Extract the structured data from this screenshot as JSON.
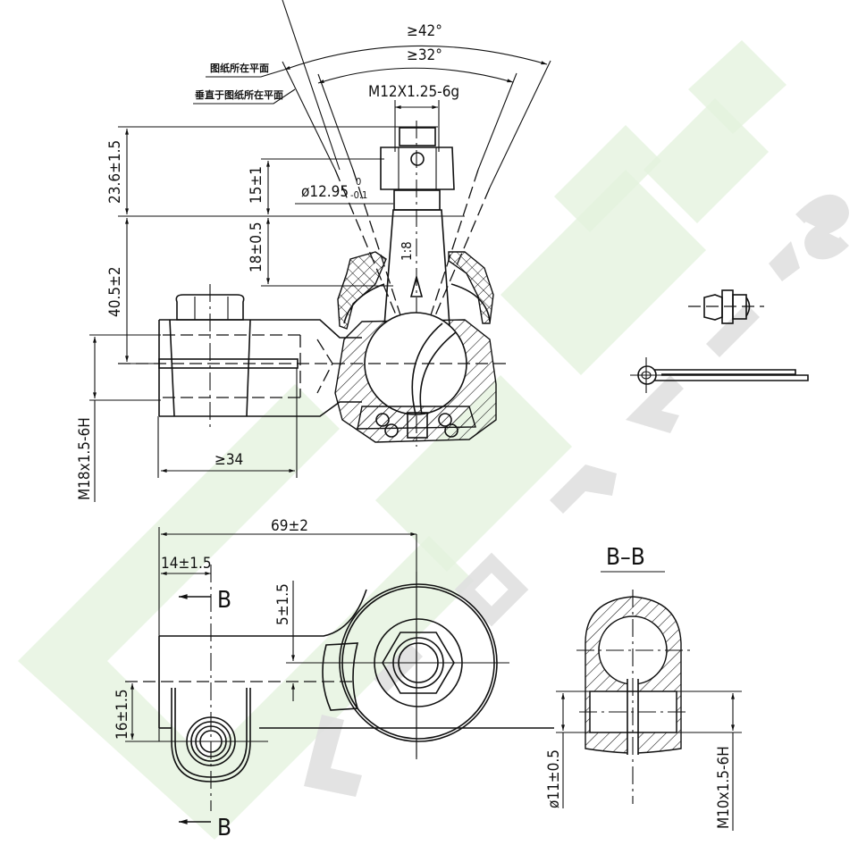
{
  "drawing": {
    "title": "Tie rod end technical drawing",
    "watermark": {
      "brand_colors": {
        "green": "#d9eed0",
        "gray": "#e0e0e0"
      },
      "letters": [
        "A",
        "U",
        "T",
        "O",
        "P",
        "A",
        "R",
        "T",
        "S"
      ]
    },
    "annotations": {
      "plane_label_1": "图纸所在平面",
      "plane_label_2": "垂直于图纸所在平面",
      "angle_outer": "≥42°",
      "angle_inner": "≥32°",
      "stud_thread": "M12X1.25-6g",
      "stud_diameter": "ø12.95",
      "stud_diameter_tol_upper": "0",
      "stud_diameter_tol_lower": "-0.1",
      "taper": "1:8",
      "dim_top": "23.6±1.5",
      "dim_15": "15±1",
      "dim_18": "18±0.5",
      "dim_40": "40.5±2",
      "dim_thread_m18": "M18x1.5-6H",
      "dim_34": "≥34",
      "dim_69": "69±2",
      "dim_14": "14±1.5",
      "dim_5": "5±1.5",
      "dim_16": "16±1.5",
      "section_mark": "B",
      "section_title": "B–B",
      "dim_d11": "ø11±0.5",
      "dim_thread_m10": "M10x1.5-6H"
    },
    "views": {
      "front": "Front section view of ball joint",
      "top": "Top view",
      "section": "Section B-B",
      "grease_fitting": "Grease fitting",
      "cotter_pin": "Cotter pin"
    }
  }
}
